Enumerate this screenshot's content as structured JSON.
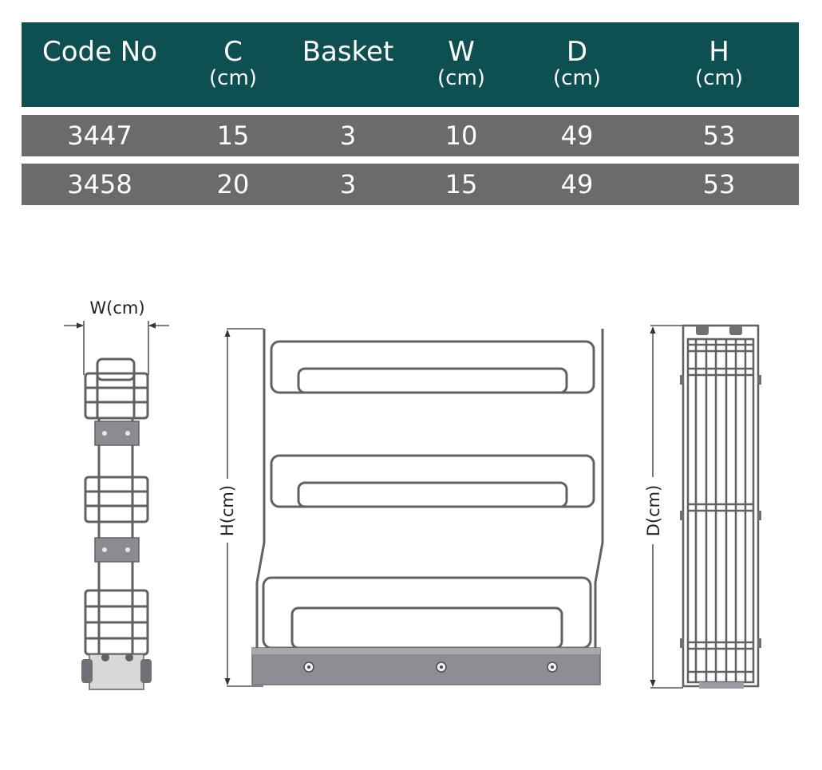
{
  "table": {
    "headers": [
      {
        "main": "Code No",
        "unit": ""
      },
      {
        "main": "C",
        "unit": "(cm)"
      },
      {
        "main": "Basket",
        "unit": ""
      },
      {
        "main": "W",
        "unit": "(cm)"
      },
      {
        "main": "D",
        "unit": "(cm)"
      },
      {
        "main": "H",
        "unit": "(cm)"
      }
    ],
    "rows": [
      [
        "3447",
        "15",
        "3",
        "10",
        "49",
        "53"
      ],
      [
        "3458",
        "20",
        "3",
        "15",
        "49",
        "53"
      ]
    ]
  },
  "diagram": {
    "width_label": "W(cm)",
    "height_label": "H(cm)",
    "depth_label": "D(cm)"
  },
  "colors": {
    "header_bg": "#0e4f52",
    "row_bg": "#6b6b6e",
    "wire": "#5f6166",
    "base": "#8c8e93"
  }
}
